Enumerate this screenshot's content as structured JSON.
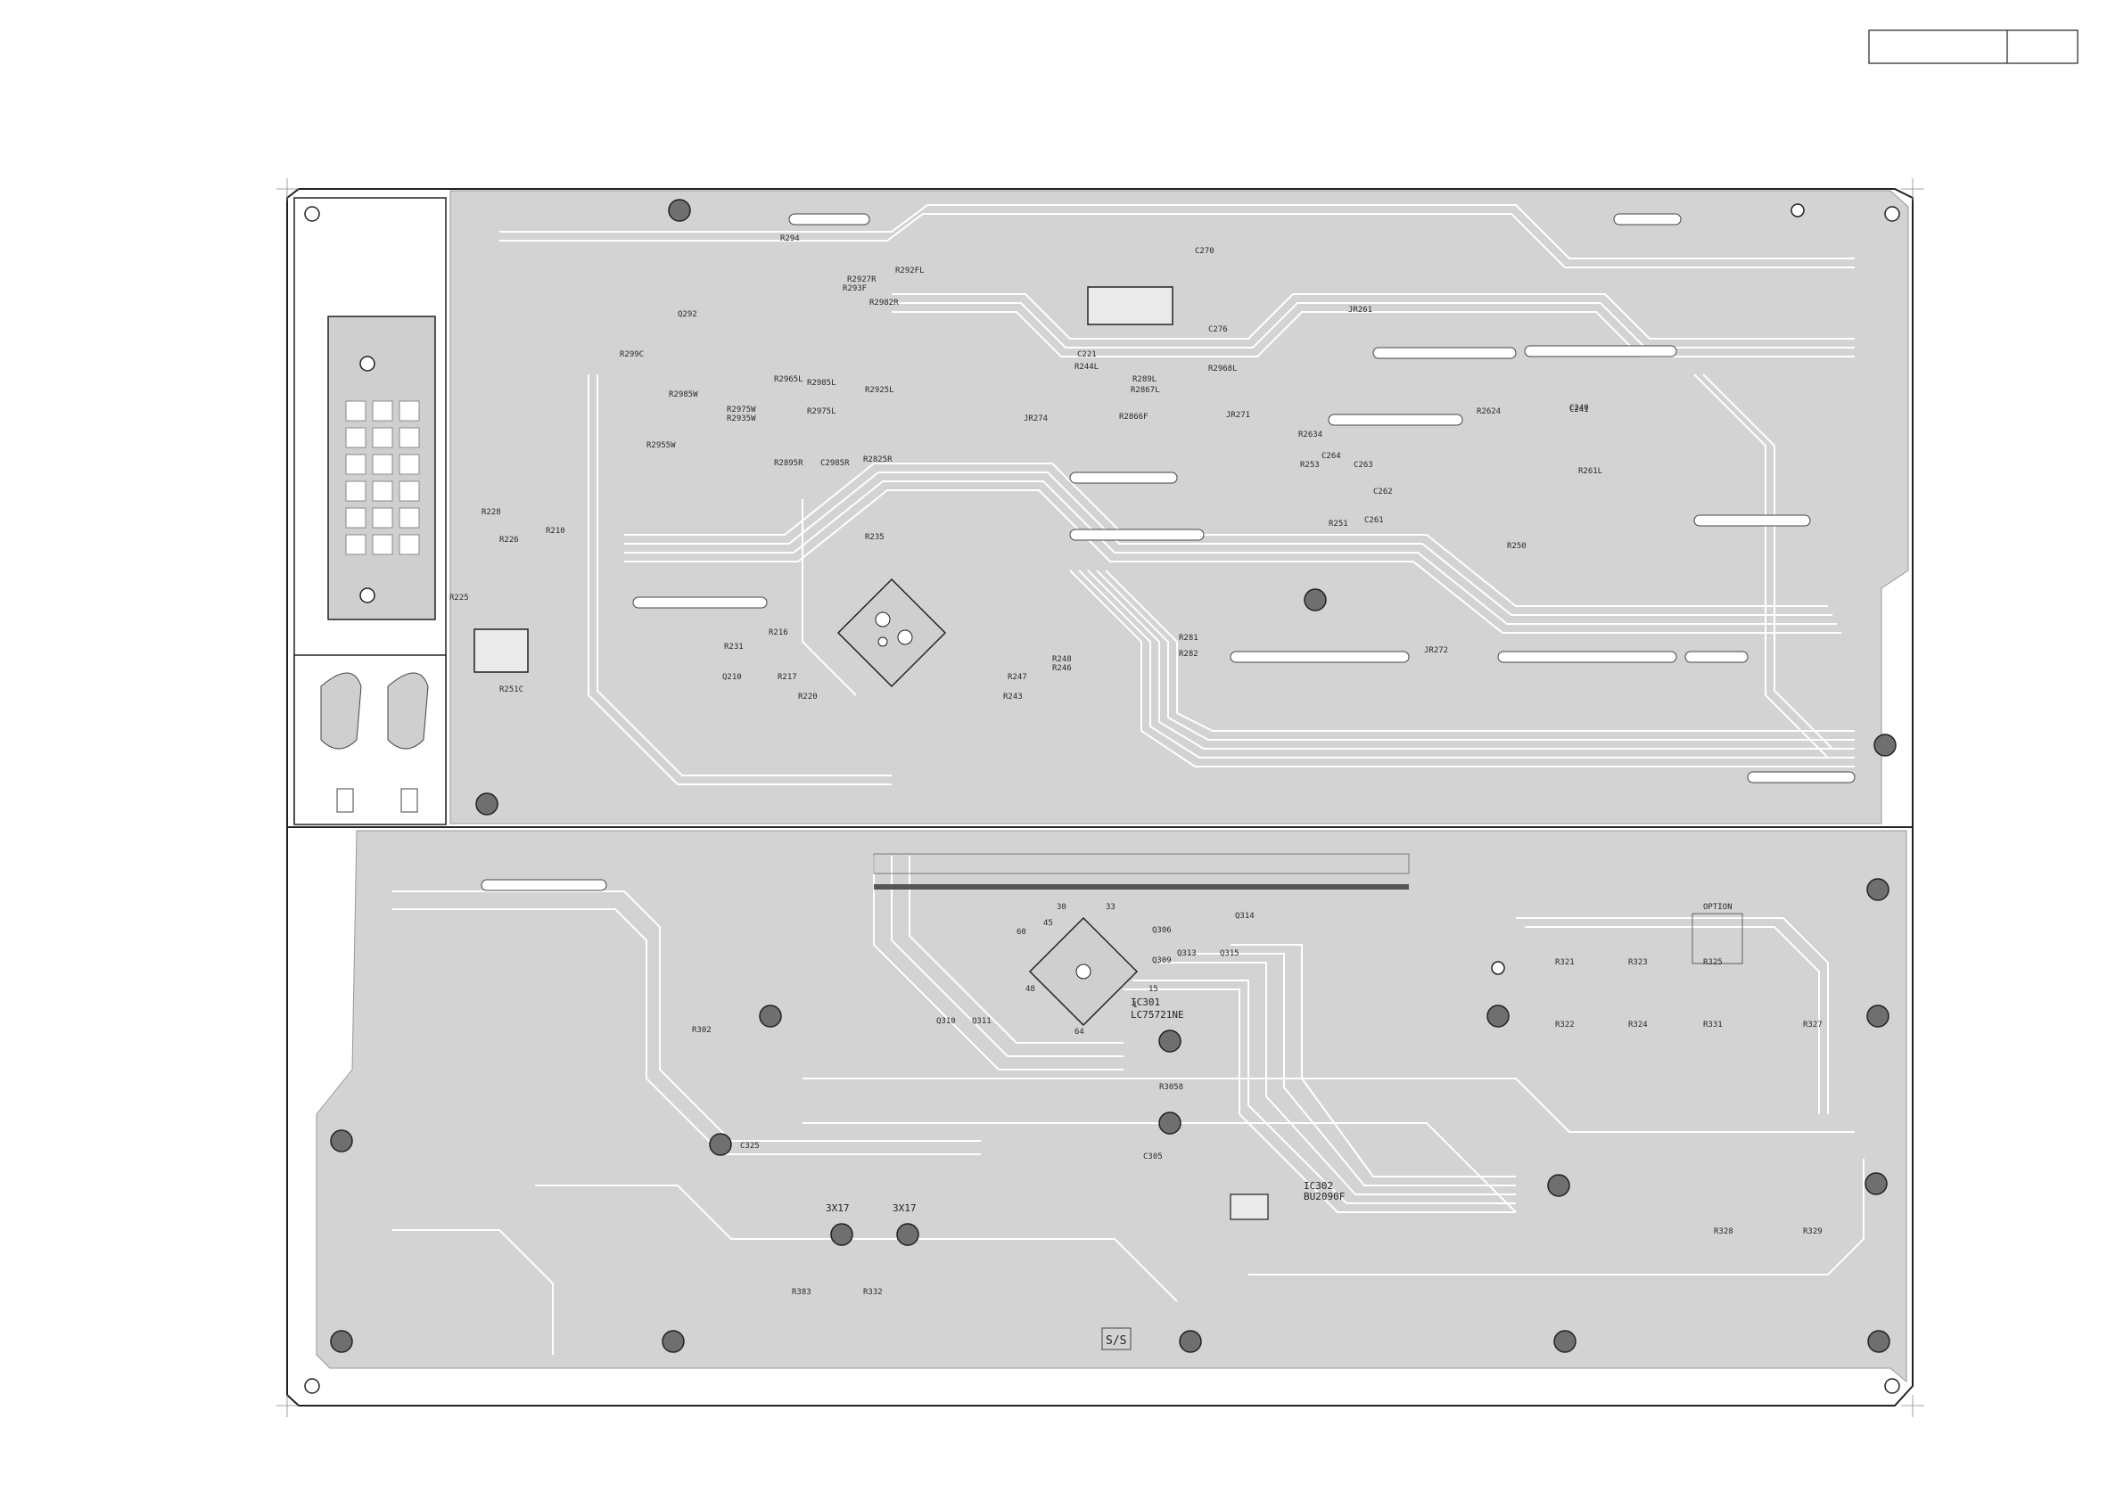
{
  "title_block": {
    "cell_1": "",
    "cell_2": ""
  },
  "labels": {
    "ic_main": "IC301",
    "ic_main_part": "LC75721NE",
    "ic_aux": "IC302",
    "ic_aux_part": "BU2090F",
    "screw_1": "3X17",
    "screw_2": "3X17",
    "option": "OPTION",
    "side_mark": "S/S",
    "upper_refs": [
      "R299C",
      "R2985W",
      "R2975W",
      "R2935W",
      "R2955W",
      "Q292",
      "R2965L",
      "R2985L",
      "R2975L",
      "R2925L",
      "R2895R",
      "C2985R",
      "R2825R",
      "R2927R",
      "R293F",
      "R2982R",
      "R294",
      "R292FL",
      "C221",
      "R244L",
      "R289L",
      "R2867L",
      "JR274",
      "R2866F",
      "JR271",
      "R2968L",
      "C276",
      "C270",
      "JR261",
      "C241",
      "R226",
      "R228",
      "R210",
      "R225",
      "R216",
      "R217",
      "R220",
      "R231",
      "Q210",
      "R235",
      "R247",
      "R248",
      "R246",
      "R243",
      "R251C",
      "R281",
      "R282",
      "JR272",
      "R2624",
      "R2634",
      "C240",
      "R261L",
      "R250",
      "R251",
      "C261",
      "C262",
      "C263",
      "C264",
      "R253"
    ],
    "lower_refs": [
      "Q306",
      "Q309",
      "Q310",
      "Q311",
      "Q313",
      "Q314",
      "Q315",
      "R321",
      "R322",
      "R323",
      "R324",
      "R325",
      "R327",
      "R328",
      "R329",
      "R302",
      "R3058",
      "C305",
      "R331",
      "R332",
      "R383",
      "C325"
    ],
    "pin_refs": [
      "45",
      "60",
      "33",
      "30",
      "15",
      "1",
      "48",
      "64"
    ]
  }
}
